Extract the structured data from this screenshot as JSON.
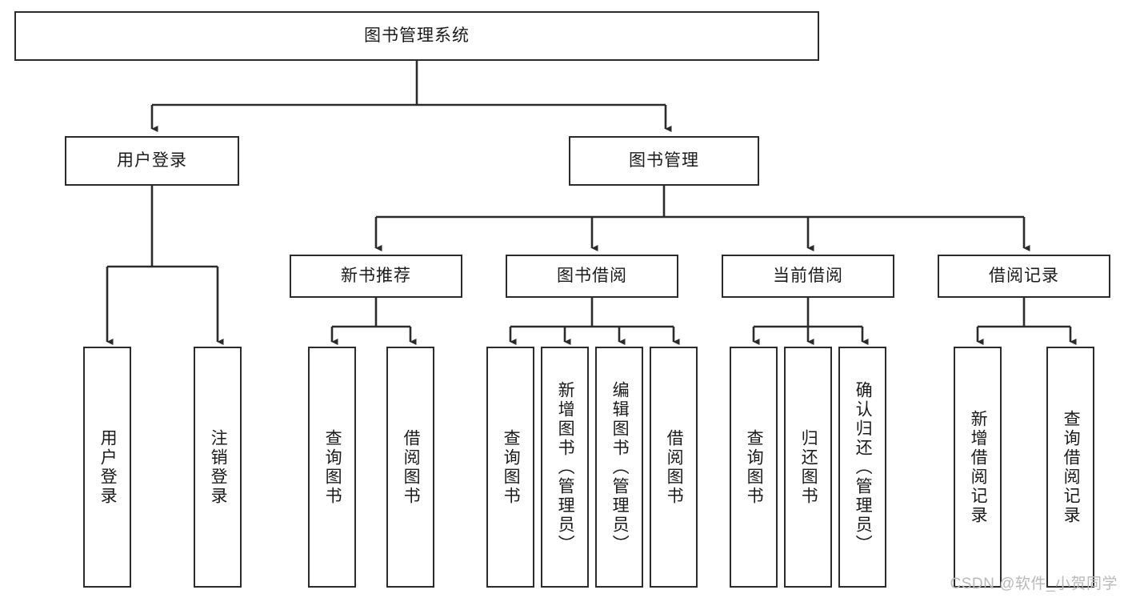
{
  "diagram": {
    "type": "tree-hierarchy",
    "title": "图书管理系统",
    "watermark": "CSDN @软件_小贺同学",
    "root": {
      "id": "root",
      "label": "图书管理系统",
      "orientation": "horizontal"
    },
    "level1": [
      {
        "id": "user-login",
        "label": "用户登录",
        "orientation": "horizontal"
      },
      {
        "id": "book-manage",
        "label": "图书管理",
        "orientation": "horizontal"
      }
    ],
    "level2": [
      {
        "id": "new-book-rec",
        "label": "新书推荐",
        "orientation": "horizontal",
        "parent": "book-manage"
      },
      {
        "id": "book-borrow",
        "label": "图书借阅",
        "orientation": "horizontal",
        "parent": "book-manage"
      },
      {
        "id": "current-borrow",
        "label": "当前借阅",
        "orientation": "horizontal",
        "parent": "book-manage"
      },
      {
        "id": "borrow-record",
        "label": "借阅记录",
        "orientation": "horizontal",
        "parent": "book-manage"
      }
    ],
    "leaves": [
      {
        "id": "leaf-user-login",
        "label": "用户登录",
        "orientation": "vertical",
        "parent": "user-login"
      },
      {
        "id": "leaf-logout",
        "label": "注销登录",
        "orientation": "vertical",
        "parent": "user-login"
      },
      {
        "id": "leaf-query-book-1",
        "label": "查询图书",
        "orientation": "vertical",
        "parent": "new-book-rec"
      },
      {
        "id": "leaf-borrow-book-1",
        "label": "借阅图书",
        "orientation": "vertical",
        "parent": "new-book-rec"
      },
      {
        "id": "leaf-query-book-2",
        "label": "查询图书",
        "orientation": "vertical",
        "parent": "book-borrow"
      },
      {
        "id": "leaf-add-book",
        "label": "新增图书（管理员）",
        "orientation": "vertical",
        "parent": "book-borrow"
      },
      {
        "id": "leaf-edit-book",
        "label": "编辑图书（管理员）",
        "orientation": "vertical",
        "parent": "book-borrow"
      },
      {
        "id": "leaf-borrow-book-2",
        "label": "借阅图书",
        "orientation": "vertical",
        "parent": "book-borrow"
      },
      {
        "id": "leaf-query-book-3",
        "label": "查询图书",
        "orientation": "vertical",
        "parent": "current-borrow"
      },
      {
        "id": "leaf-return-book",
        "label": "归还图书",
        "orientation": "vertical",
        "parent": "current-borrow"
      },
      {
        "id": "leaf-confirm-return",
        "label": "确认归还（管理员）",
        "orientation": "vertical",
        "parent": "current-borrow"
      },
      {
        "id": "leaf-add-record",
        "label": "新增借阅记录",
        "orientation": "vertical",
        "parent": "borrow-record"
      },
      {
        "id": "leaf-query-record",
        "label": "查询借阅记录",
        "orientation": "vertical",
        "parent": "borrow-record"
      }
    ],
    "colors": {
      "stroke": "#2b2b2b",
      "fill": "#ffffff",
      "text": "#1a1a1a",
      "watermark": "#b9b9b9"
    }
  }
}
